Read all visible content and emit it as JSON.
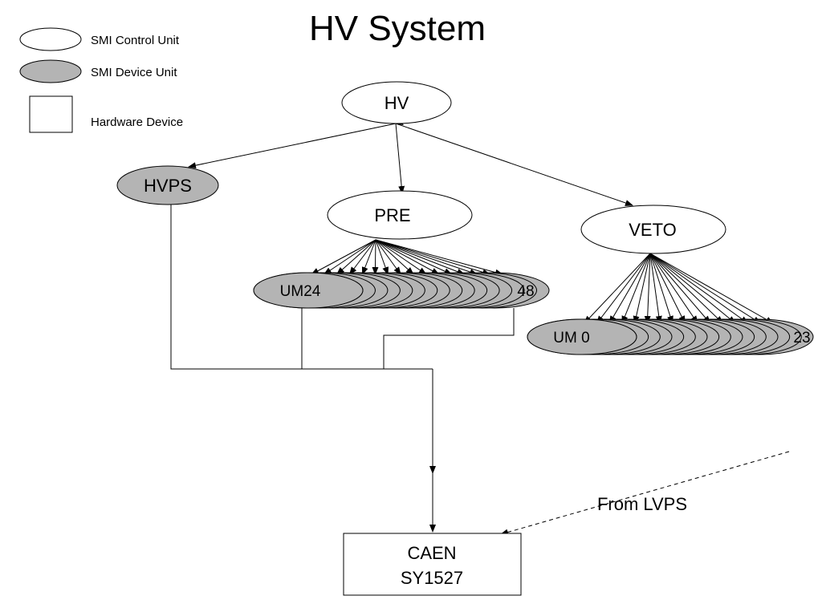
{
  "title": "HV System",
  "legend": {
    "control_unit": "SMI Control Unit",
    "device_unit": "SMI Device Unit",
    "hardware_device": "Hardware Device"
  },
  "nodes": {
    "hv": "HV",
    "hvps": "HVPS",
    "pre": "PRE",
    "veto": "VETO"
  },
  "pre_stack": {
    "first": "UM24",
    "last": "48"
  },
  "veto_stack": {
    "first": "UM 0",
    "last": "23"
  },
  "hardware": {
    "line1": "CAEN",
    "line2": "SY1527"
  },
  "external_label": "From LVPS",
  "colors": {
    "device_fill": "#b4b4b4",
    "control_fill": "#ffffff",
    "stroke": "#000000"
  }
}
